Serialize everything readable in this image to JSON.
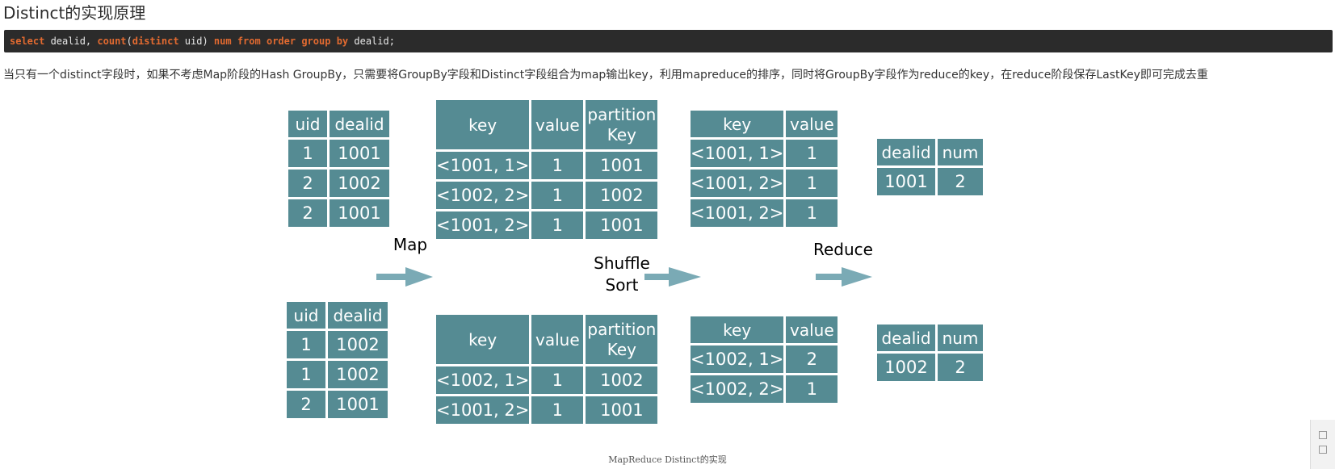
{
  "title": "Distinct的实现原理",
  "code": {
    "tokens": [
      {
        "t": "select",
        "kw": true
      },
      {
        "t": " dealid, ",
        "kw": false
      },
      {
        "t": "count",
        "kw": true
      },
      {
        "t": "(",
        "kw": false
      },
      {
        "t": "distinct",
        "kw": true
      },
      {
        "t": " uid) ",
        "kw": false
      },
      {
        "t": "num",
        "kw": true
      },
      {
        "t": " ",
        "kw": false
      },
      {
        "t": "from",
        "kw": true
      },
      {
        "t": " ",
        "kw": false
      },
      {
        "t": "order",
        "kw": true
      },
      {
        "t": " ",
        "kw": false
      },
      {
        "t": "group",
        "kw": true
      },
      {
        "t": " ",
        "kw": false
      },
      {
        "t": "by",
        "kw": true
      },
      {
        "t": " dealid;",
        "kw": false
      }
    ],
    "keyword_color": "#e26a30",
    "background": "#2b2b2b"
  },
  "description": "当只有一个distinct字段时，如果不考虑Map阶段的Hash GroupBy，只需要将GroupBy字段和Distinct字段组合为map输出key，利用mapreduce的排序，同时将GroupBy字段作为reduce的key，在reduce阶段保存LastKey即可完成去重",
  "diagram": {
    "cell_color": "#558b93",
    "arrow_color": "#7aaab5",
    "labels": {
      "map": "Map",
      "shuffle": "Shuffle",
      "sort": "Sort",
      "reduce": "Reduce"
    },
    "input_top": {
      "headers": [
        "uid",
        "dealid"
      ],
      "rows": [
        [
          "1",
          "1001"
        ],
        [
          "2",
          "1002"
        ],
        [
          "2",
          "1001"
        ]
      ]
    },
    "input_bottom": {
      "headers": [
        "uid",
        "dealid"
      ],
      "rows": [
        [
          "1",
          "1002"
        ],
        [
          "1",
          "1002"
        ],
        [
          "2",
          "1001"
        ]
      ]
    },
    "map_top": {
      "headers": [
        "key",
        "value",
        "partition\nKey"
      ],
      "rows": [
        [
          "<1001, 1>",
          "1",
          "1001"
        ],
        [
          "<1002, 2>",
          "1",
          "1002"
        ],
        [
          "<1001, 2>",
          "1",
          "1001"
        ]
      ]
    },
    "map_bottom": {
      "headers": [
        "key",
        "value",
        "partition\nKey"
      ],
      "rows": [
        [
          "<1002, 1>",
          "1",
          "1002"
        ],
        [
          "<1001, 2>",
          "1",
          "1001"
        ]
      ]
    },
    "shuffle_top": {
      "headers": [
        "key",
        "value"
      ],
      "rows": [
        [
          "<1001, 1>",
          "1"
        ],
        [
          "<1001, 2>",
          "1"
        ],
        [
          "<1001, 2>",
          "1"
        ]
      ]
    },
    "shuffle_bottom": {
      "headers": [
        "key",
        "value"
      ],
      "rows": [
        [
          "<1002, 1>",
          "2"
        ],
        [
          "<1002, 2>",
          "1"
        ]
      ]
    },
    "reduce_top": {
      "headers": [
        "dealid",
        "num"
      ],
      "rows": [
        [
          "1001",
          "2"
        ]
      ]
    },
    "reduce_bottom": {
      "headers": [
        "dealid",
        "num"
      ],
      "rows": [
        [
          "1002",
          "2"
        ]
      ]
    }
  },
  "caption": "MapReduce Distinct的实现"
}
